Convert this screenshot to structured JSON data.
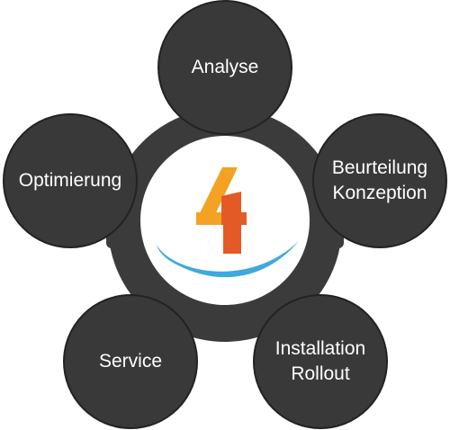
{
  "colors": {
    "node_fill": "#393939",
    "ring_fill": "#3b3b3b",
    "center_fill": "#ffffff",
    "logo_orange": "#f4a223",
    "logo_red": "#e35a26",
    "logo_blue": "#3ea9db"
  },
  "logo": {
    "glyph": "4",
    "icon": "brand-four-swoosh-logo"
  },
  "nodes": [
    {
      "id": "analyse",
      "lines": [
        "Analyse"
      ]
    },
    {
      "id": "beurteilung",
      "lines": [
        "Beurteilung",
        "Konzeption"
      ]
    },
    {
      "id": "installation",
      "lines": [
        "Installation",
        "Rollout"
      ]
    },
    {
      "id": "service",
      "lines": [
        "Service"
      ]
    },
    {
      "id": "optimierung",
      "lines": [
        "Optimierung"
      ]
    }
  ]
}
